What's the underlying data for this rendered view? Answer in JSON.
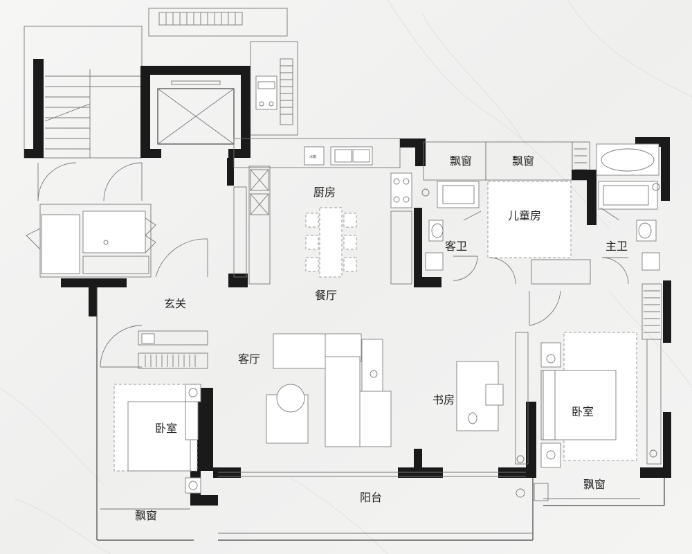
{
  "rooms": {
    "kitchen": "厨房",
    "dining": "餐厅",
    "entrance": "玄关",
    "living": "客厅",
    "study": "书房",
    "balcony": "阳台",
    "guest_bath": "客卫",
    "master_bath": "主卫",
    "kids_room": "儿童房",
    "bedroom_left": "卧室",
    "bedroom_right": "卧室",
    "bay_window_1": "飘窗",
    "bay_window_2": "飘窗",
    "bay_window_bottom_left": "飘窗",
    "bay_window_bottom_right": "飘窗"
  },
  "appliance_label": "冰箱"
}
